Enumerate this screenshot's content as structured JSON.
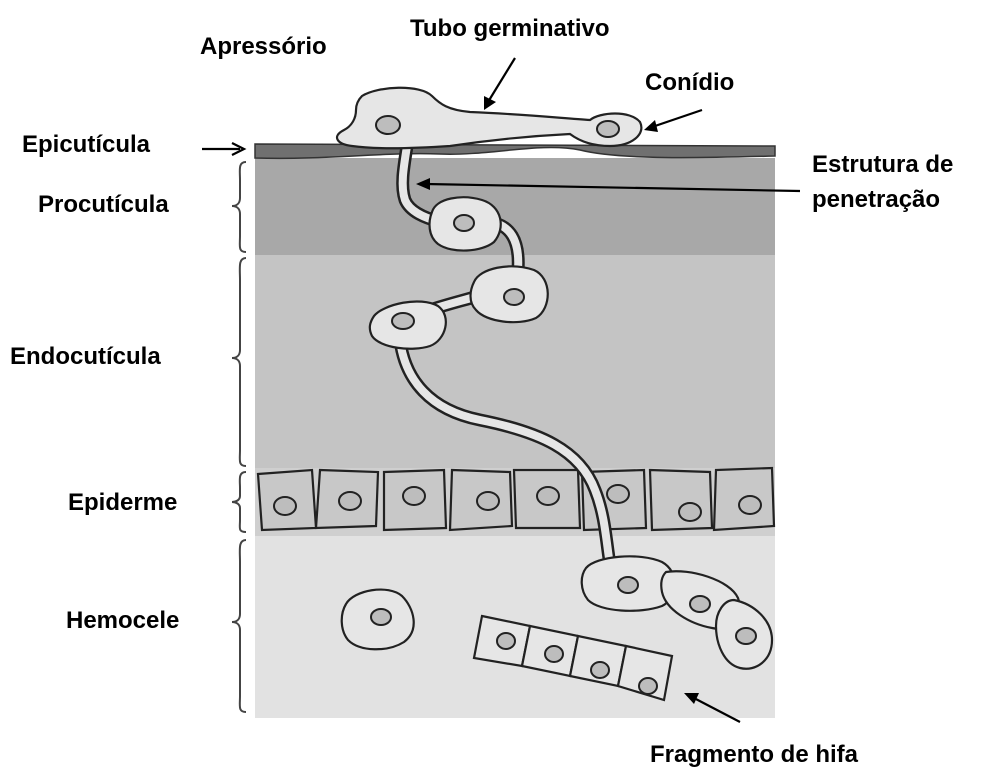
{
  "labels": {
    "apressorio": "Apressório",
    "tubo_germinativo": "Tubo germinativo",
    "conidio": "Conídio",
    "epicuticula": "Epicutícula",
    "procuticula": "Procutícula",
    "estrutura_line1": "Estrutura de",
    "estrutura_line2": "penetração",
    "endocuticula": "Endocutícula",
    "epiderme": "Epiderme",
    "hemocele": "Hemocele",
    "fragmento": "Fragmento de hifa"
  },
  "colors": {
    "epicuticula": "#707070",
    "procuticula": "#a8a8a8",
    "endocuticula": "#c4c4c4",
    "epiderme_bg": "#cfcfcf",
    "hemocele": "#e2e2e2",
    "fungal_cell": "#e6e6e6",
    "epidermal_cell": "#c8c8c8"
  }
}
